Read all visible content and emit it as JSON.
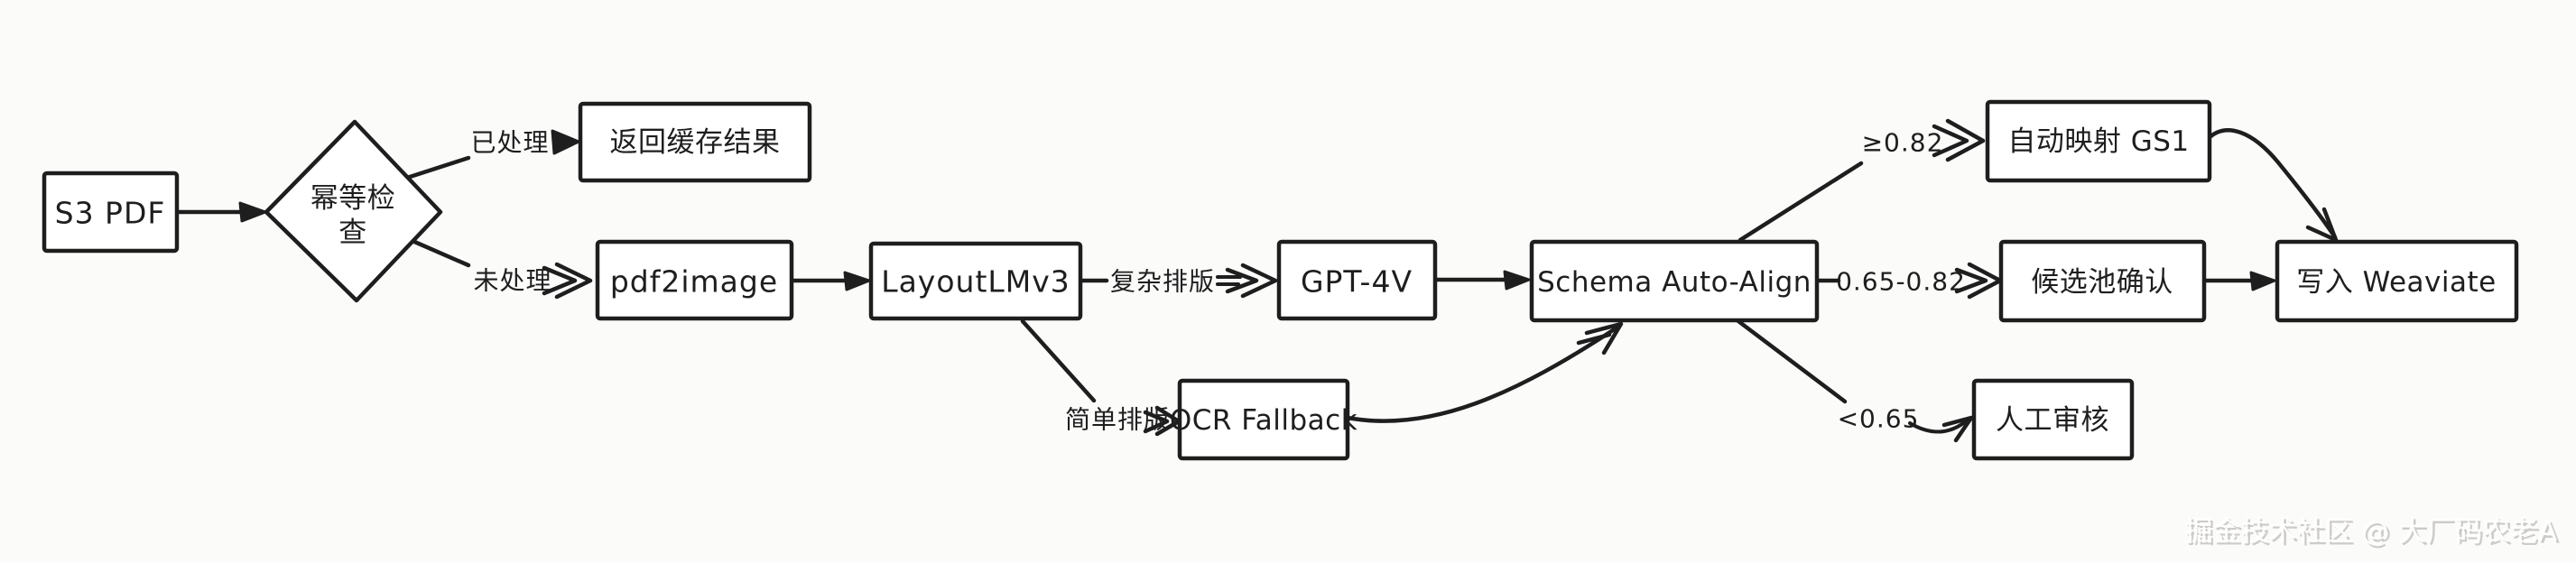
{
  "diagram": {
    "title_implicit": "PDF processing pipeline flowchart",
    "colors": {
      "stroke": "#1e1e1e",
      "background": "#fbfbfa",
      "node_fill": "#ffffff",
      "watermark": "#b9b5b1"
    },
    "nodes": {
      "s3_pdf": {
        "label": "S3 PDF"
      },
      "idempotency_check": {
        "line1": "幂等检",
        "line2": "查"
      },
      "return_cached": {
        "label": "返回缓存结果"
      },
      "pdf2image": {
        "label": "pdf2image"
      },
      "layoutlmv3": {
        "label": "LayoutLMv3"
      },
      "gpt4v": {
        "label": "GPT-4V"
      },
      "ocr_fallback": {
        "label": "OCR Fallback"
      },
      "schema_auto_align": {
        "label": "Schema Auto-Align"
      },
      "auto_map_gs1": {
        "label": "自动映射 GS1"
      },
      "candidate_pool": {
        "label": "候选池确认"
      },
      "manual_review": {
        "label": "人工审核"
      },
      "write_weaviate": {
        "label": "写入 Weaviate"
      }
    },
    "edge_labels": {
      "processed": "已处理",
      "unprocessed": "未处理",
      "complex_layout": "复杂排版",
      "simple_layout": "简单排版",
      "score_high": "≥0.82",
      "score_mid": "0.65-0.82",
      "score_low": "<0.65"
    }
  },
  "watermark": {
    "text": "掘金技术社区 @ 大厂码农老A"
  }
}
